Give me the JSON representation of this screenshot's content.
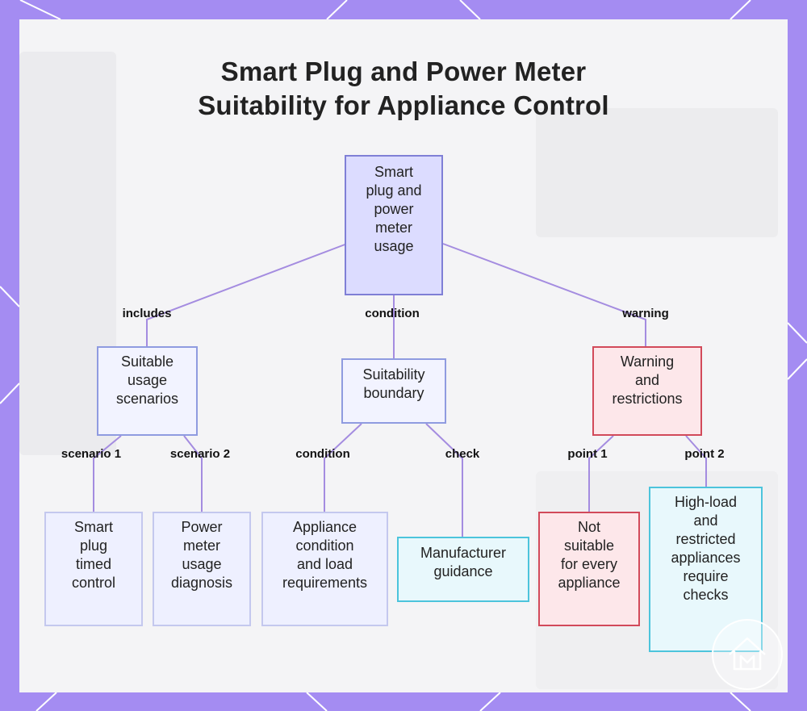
{
  "title": {
    "line1": "Smart Plug and Power Meter",
    "line2": "Suitability for Appliance Control"
  },
  "nodes": {
    "root": [
      "Smart",
      "plug and",
      "power",
      "meter",
      "usage"
    ],
    "suitable": [
      "Suitable",
      "usage",
      "scenarios"
    ],
    "boundary": [
      "Suitability",
      "boundary"
    ],
    "warning": [
      "Warning",
      "and",
      "restrictions"
    ],
    "smart_plug": [
      "Smart",
      "plug",
      "timed",
      "control"
    ],
    "power_meter": [
      "Power",
      "meter",
      "usage",
      "diagnosis"
    ],
    "appliance": [
      "Appliance",
      "condition",
      "and load",
      "requirements"
    ],
    "manufacturer": [
      "Manufacturer",
      "guidance"
    ],
    "not_suitable": [
      "Not",
      "suitable",
      "for every",
      "appliance"
    ],
    "high_load": [
      "High-load",
      "and",
      "restricted",
      "appliances",
      "require",
      "checks"
    ]
  },
  "edge_labels": {
    "includes": "includes",
    "condition_top": "condition",
    "warning": "warning",
    "scenario1": "scenario 1",
    "scenario2": "scenario 2",
    "condition_mid": "condition",
    "check": "check",
    "point1": "point 1",
    "point2": "point 2"
  },
  "colors": {
    "frame": "#a48cf2",
    "edge": "#a48ce0",
    "root_fill": "#dcdcff",
    "warning_border": "#d24a5a",
    "guidance_border": "#4cc4dc"
  },
  "icons": {
    "logo": "house-logo-icon"
  }
}
